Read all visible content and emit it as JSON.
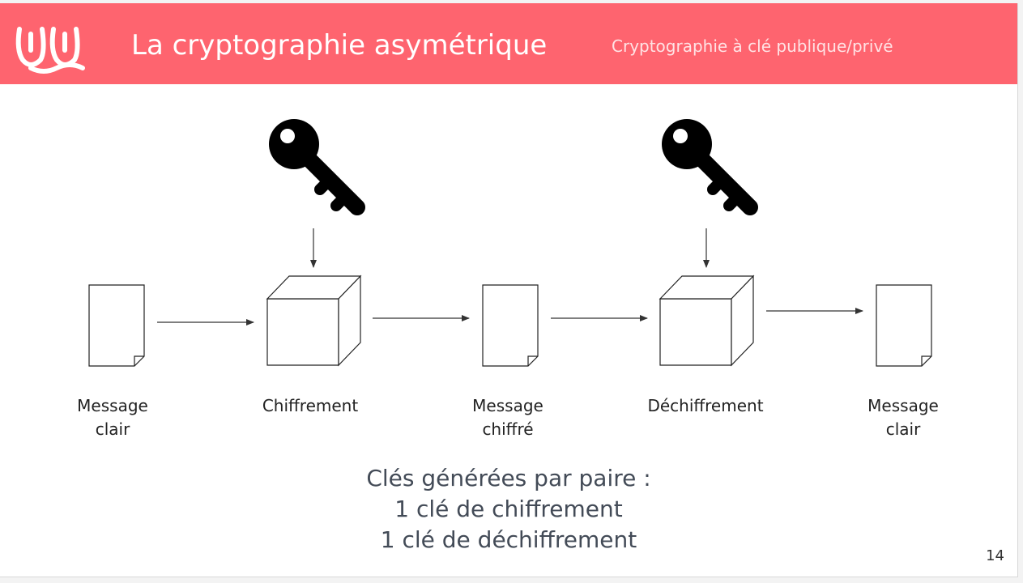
{
  "header": {
    "title": "La cryptographie asymétrique",
    "subtitle": "Cryptographie à clé publique/privé"
  },
  "colors": {
    "header_bg": "#fe646f",
    "header_text": "#ffffff",
    "note_text": "#434b57"
  },
  "icons": {
    "logo": "wave-logo-icon",
    "key": "key-icon",
    "box": "cube-icon",
    "document": "document-icon"
  },
  "diagram": {
    "nodes": [
      {
        "type": "document",
        "label_lines": [
          "Message",
          "clair"
        ]
      },
      {
        "type": "process",
        "label_lines": [
          "Chiffrement"
        ],
        "has_key": true
      },
      {
        "type": "document",
        "label_lines": [
          "Message",
          "chiffré"
        ]
      },
      {
        "type": "process",
        "label_lines": [
          "Déchiffrement"
        ],
        "has_key": true
      },
      {
        "type": "document",
        "label_lines": [
          "Message",
          "clair"
        ]
      }
    ]
  },
  "note": {
    "lines": [
      "Clés générées par paire :",
      "1 clé de chiffrement",
      "1 clé de déchiffrement"
    ]
  },
  "page_number": "14"
}
